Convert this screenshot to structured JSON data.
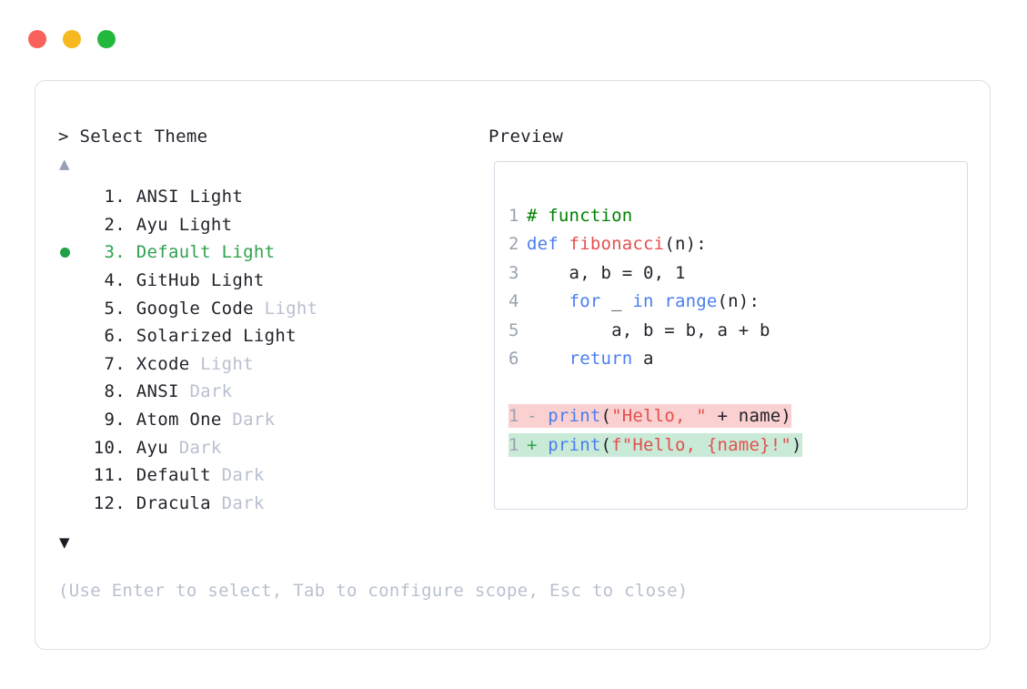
{
  "window": {
    "traffic_lights": [
      {
        "name": "close",
        "color": "#f9615c"
      },
      {
        "name": "minimize",
        "color": "#f5b81f"
      },
      {
        "name": "maximize",
        "color": "#22b83d"
      }
    ]
  },
  "prompt": {
    "left_header": "> Select Theme",
    "right_header": "Preview",
    "scroll_up_icon": "▲",
    "scroll_down_icon": "▼",
    "hint": "(Use Enter to select, Tab to configure scope, Esc to close)"
  },
  "themes": [
    {
      "num": "1.",
      "name": "ANSI",
      "variant": "Light",
      "variant_muted": false,
      "selected": false
    },
    {
      "num": "2.",
      "name": "Ayu",
      "variant": "Light",
      "variant_muted": false,
      "selected": false
    },
    {
      "num": "3.",
      "name": "Default",
      "variant": "Light",
      "variant_muted": false,
      "selected": true
    },
    {
      "num": "4.",
      "name": "GitHub",
      "variant": "Light",
      "variant_muted": false,
      "selected": false
    },
    {
      "num": "5.",
      "name": "Google Code",
      "variant": "Light",
      "variant_muted": true,
      "selected": false
    },
    {
      "num": "6.",
      "name": "Solarized",
      "variant": "Light",
      "variant_muted": false,
      "selected": false
    },
    {
      "num": "7.",
      "name": "Xcode",
      "variant": "Light",
      "variant_muted": true,
      "selected": false
    },
    {
      "num": "8.",
      "name": "ANSI",
      "variant": "Dark",
      "variant_muted": true,
      "selected": false
    },
    {
      "num": "9.",
      "name": "Atom One",
      "variant": "Dark",
      "variant_muted": true,
      "selected": false
    },
    {
      "num": "10.",
      "name": "Ayu",
      "variant": "Dark",
      "variant_muted": true,
      "selected": false
    },
    {
      "num": "11.",
      "name": "Default",
      "variant": "Dark",
      "variant_muted": true,
      "selected": false
    },
    {
      "num": "12.",
      "name": "Dracula",
      "variant": "Dark",
      "variant_muted": true,
      "selected": false
    }
  ],
  "preview": {
    "code_lines": [
      {
        "ln": "1",
        "tokens": [
          {
            "t": "# function",
            "c": "tok-comment"
          }
        ]
      },
      {
        "ln": "2",
        "tokens": [
          {
            "t": "def ",
            "c": "tok-key"
          },
          {
            "t": "fibonacci",
            "c": "tok-fn"
          },
          {
            "t": "(n):",
            "c": "tok-plain"
          }
        ]
      },
      {
        "ln": "3",
        "tokens": [
          {
            "t": "    a, b = ",
            "c": "tok-plain"
          },
          {
            "t": "0",
            "c": "tok-num"
          },
          {
            "t": ", ",
            "c": "tok-plain"
          },
          {
            "t": "1",
            "c": "tok-num"
          }
        ]
      },
      {
        "ln": "4",
        "tokens": [
          {
            "t": "    ",
            "c": "tok-plain"
          },
          {
            "t": "for",
            "c": "tok-key"
          },
          {
            "t": " _ ",
            "c": "tok-plain"
          },
          {
            "t": "in range",
            "c": "tok-key"
          },
          {
            "t": "(n):",
            "c": "tok-plain"
          }
        ]
      },
      {
        "ln": "5",
        "tokens": [
          {
            "t": "        a, b = b, a + b",
            "c": "tok-plain"
          }
        ]
      },
      {
        "ln": "6",
        "tokens": [
          {
            "t": "    ",
            "c": "tok-plain"
          },
          {
            "t": "return",
            "c": "tok-key"
          },
          {
            "t": " a",
            "c": "tok-plain"
          }
        ]
      }
    ],
    "diff_lines": [
      {
        "ln": "1",
        "sign": "- ",
        "sign_class": "tok-gray",
        "bg_class": "diff-del",
        "tokens": [
          {
            "t": "print",
            "c": "tok-key"
          },
          {
            "t": "(",
            "c": "tok-plain"
          },
          {
            "t": "\"Hello, \"",
            "c": "tok-str"
          },
          {
            "t": " + name)",
            "c": "tok-plain"
          }
        ]
      },
      {
        "ln": "1",
        "sign": "+ ",
        "sign_class": "tok-green",
        "bg_class": "diff-add",
        "tokens": [
          {
            "t": "print",
            "c": "tok-key"
          },
          {
            "t": "(",
            "c": "tok-plain"
          },
          {
            "t": "f\"Hello, ",
            "c": "tok-str"
          },
          {
            "t": "{name}",
            "c": "tok-str"
          },
          {
            "t": "!\"",
            "c": "tok-str"
          },
          {
            "t": ")",
            "c": "tok-plain"
          }
        ]
      }
    ]
  }
}
